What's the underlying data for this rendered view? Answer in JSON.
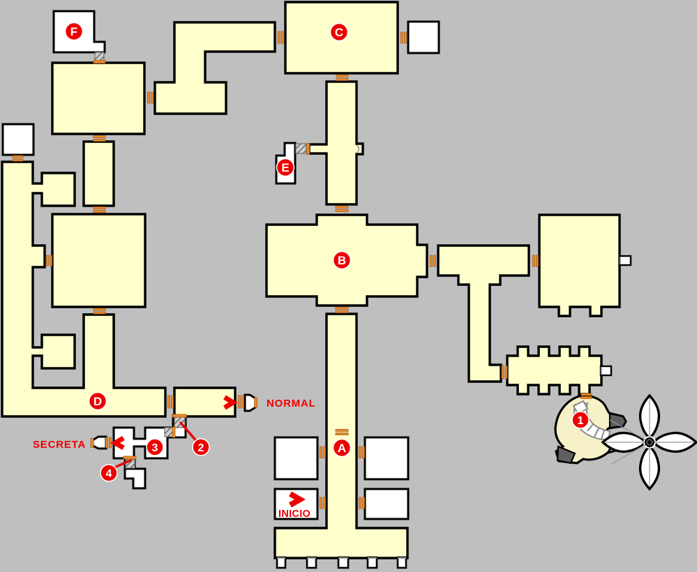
{
  "map": {
    "type": "game-level-walkthrough-map",
    "colors": {
      "background": "#BFBFBF",
      "room_fill": "#FFFFCC",
      "secret_room_fill": "#FFFFFF",
      "wall": "#000000",
      "door": "#EB8C2F",
      "marker": "#EE0000"
    },
    "room_markers": {
      "a": "A",
      "b": "B",
      "c": "C",
      "d": "D",
      "e": "E",
      "f": "F"
    },
    "numbered_markers": {
      "n1": "1",
      "n2": "2",
      "n3": "3",
      "n4": "4"
    },
    "labels": {
      "normal": "NORMAL",
      "secreta": "SECRETA",
      "inicio": "INICIO"
    }
  }
}
